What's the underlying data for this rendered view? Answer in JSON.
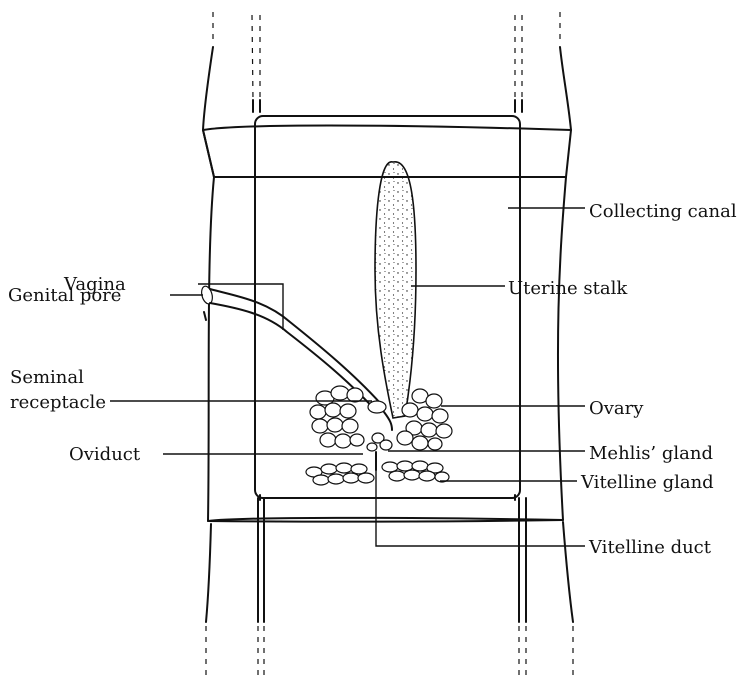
{
  "labels": {
    "collecting_canal": "Collecting canal",
    "vagina": "Vagina",
    "uterine_stalk": "Uterine stalk",
    "genital_pore": "Genital pore",
    "seminal_receptacle_line1": "Seminal",
    "seminal_receptacle_line2": "receptacle",
    "ovary": "Ovary",
    "oviduct": "Oviduct",
    "mehlis_gland": "Mehlis’ gland",
    "vitelline_gland": "Vitelline gland",
    "vitelline_duct": "Vitelline duct"
  },
  "colors": {
    "ink": "#111111",
    "background": "#ffffff"
  }
}
